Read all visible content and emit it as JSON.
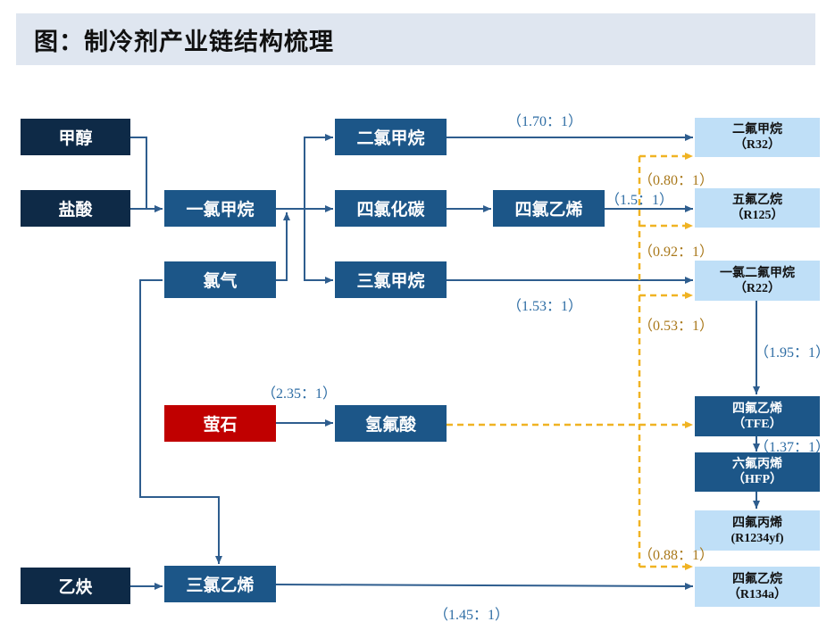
{
  "title": "图：制冷剂产业链结构梳理",
  "nodes": {
    "methanol": "甲醇",
    "hcl": "盐酸",
    "chlorine": "氯气",
    "fluorite": "萤石",
    "acetylene": "乙炔",
    "methyl_chloride": "一氯甲烷",
    "dichloromethane": "二氯甲烷",
    "ccl4": "四氯化碳",
    "trichloromethane": "三氯甲烷",
    "tetrachloroethylene": "四氯乙烯",
    "hf": "氢氟酸",
    "trichloroethylene": "三氯乙烯",
    "r32": {
      "name": "二氟甲烷",
      "code": "（R32）"
    },
    "r125": {
      "name": "五氟乙烷",
      "code": "（R125）"
    },
    "r22": {
      "name": "一氯二氟甲烷",
      "code": "（R22）"
    },
    "tfe": {
      "name": "四氟乙烯",
      "code": "（TFE）"
    },
    "hfp": {
      "name": "六氟丙烯",
      "code": "（HFP）"
    },
    "r1234yf": {
      "name": "四氟丙烯",
      "code": "(R1234yf)"
    },
    "r134a": {
      "name": "四氟乙烷",
      "code": "（R134a）"
    }
  },
  "ratios": {
    "r32_blue": "（1.70：1）",
    "r32_gold": "（0.80：1）",
    "r125_blue": "（1.5：1）",
    "r125_gold": "（0.92：1）",
    "r22_blue": "（1.53：1）",
    "r22_gold": "（0.53：1）",
    "hf": "（2.35：1）",
    "tfe": "（1.95：1）",
    "hfp": "（1.37：1）",
    "r134a_gold": "（0.88：1）",
    "r134a_blue": "（1.45：1）"
  },
  "colors": {
    "dark_box": "#0e2a47",
    "mid_box": "#1c5688",
    "red_box": "#c00000",
    "light_box": "#bfdff7",
    "blue_line": "#2e5d8e",
    "gold_dash": "#f0b323",
    "title_bg": "#dfe6f0"
  }
}
